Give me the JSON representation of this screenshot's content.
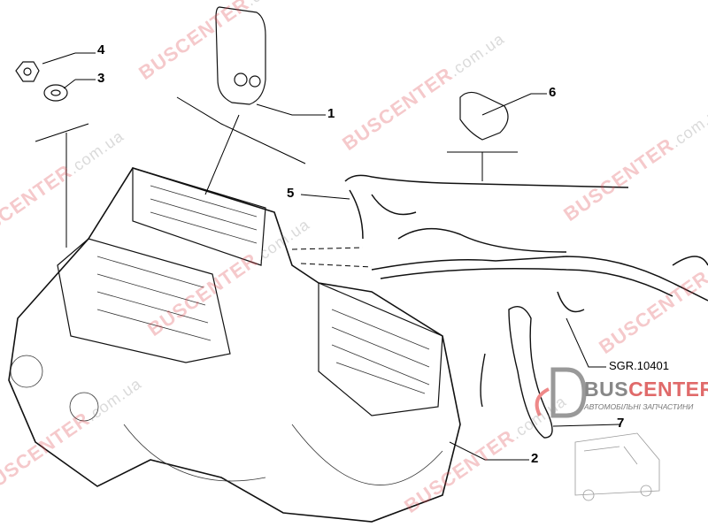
{
  "diagram": {
    "labels": {
      "p1": "1",
      "p2": "2",
      "p3": "3",
      "p4": "4",
      "p5": "5",
      "p6": "6",
      "p7": "7"
    },
    "reference_code": "SGR.10401"
  },
  "watermark": {
    "brand": "BUSCENTER",
    "domain": ".com.ua"
  },
  "logo": {
    "brand_grey": "BUS",
    "brand_red": "CENTER",
    "tagline": "АВТОМОБІЛЬНІ ЗАПЧАСТИНИ"
  },
  "colors": {
    "watermark": "#dc3c46",
    "logo_grey": "#888888",
    "logo_red": "#e06a6a"
  }
}
